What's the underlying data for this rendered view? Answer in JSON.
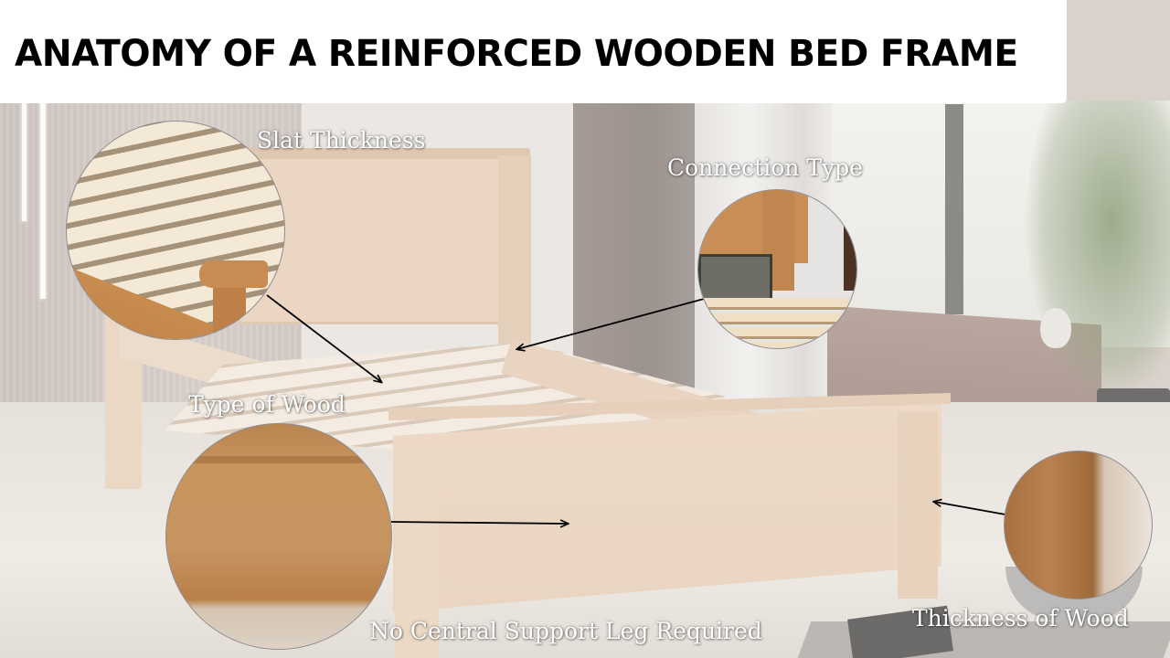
{
  "header": {
    "title": "ANATOMY OF A REINFORCED WOODEN BED FRAME"
  },
  "callouts": [
    {
      "id": "slat-thickness",
      "label": "Slat Thickness",
      "icon": "magnifier-circle-slats"
    },
    {
      "id": "connection-type",
      "label": "Connection Type",
      "icon": "magnifier-circle-joint"
    },
    {
      "id": "type-of-wood",
      "label": "Type of Wood",
      "icon": "magnifier-circle-grain"
    },
    {
      "id": "thickness-of-wood",
      "label": "Thickness of Wood",
      "icon": "magnifier-circle-post"
    },
    {
      "id": "no-central-support",
      "label": "No Central Support Leg Required"
    }
  ],
  "colors": {
    "title_text": "#000000",
    "title_background": "#ffffff",
    "label_text": "#ffffff",
    "arrow": "#000000",
    "wood_light": "#ead6c3",
    "wood_zoomed": "#c48b52"
  }
}
